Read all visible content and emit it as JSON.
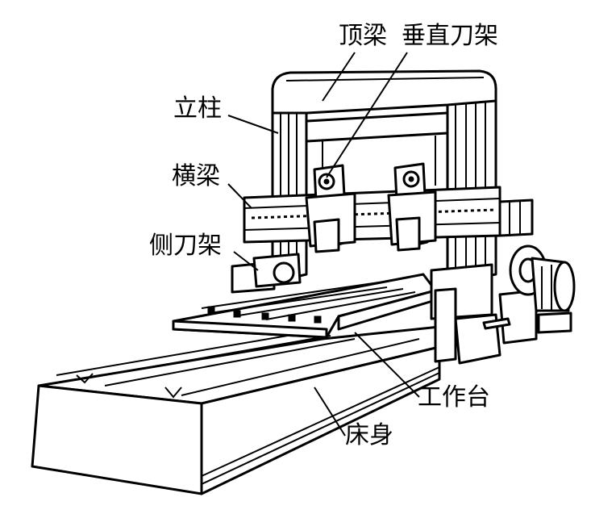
{
  "labels": {
    "top_beam": "顶梁",
    "vertical_tool_holder": "垂直刀架",
    "column": "立柱",
    "cross_beam": "横梁",
    "side_tool_holder": "侧刀架",
    "worktable": "工作台",
    "bed": "床身"
  }
}
